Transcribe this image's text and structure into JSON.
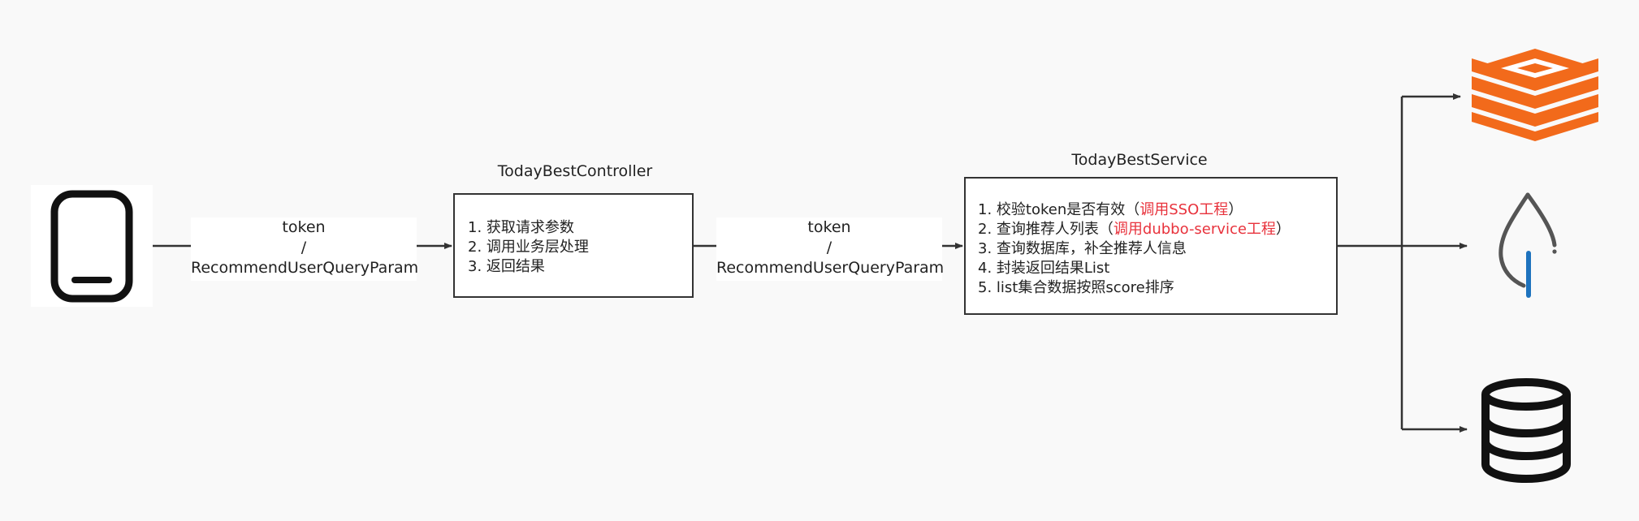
{
  "phone": {
    "icon": "smartphone-icon"
  },
  "edge_client_controller": {
    "line1": "token",
    "line2": "/",
    "line3": "RecommendUserQueryParam"
  },
  "controller": {
    "title": "TodayBestController",
    "steps": [
      "1. 获取请求参数",
      "2. 调用业务层处理",
      "3. 返回结果"
    ]
  },
  "edge_controller_service": {
    "line1": "token",
    "line2": "/",
    "line3": "RecommendUserQueryParam"
  },
  "service": {
    "title": "TodayBestService",
    "steps": [
      {
        "text": "1. 校验token是否有效（",
        "highlight": "调用SSO工程",
        "suffix": "）"
      },
      {
        "text": "2. 查询推荐人列表（",
        "highlight": "调用dubbo-service工程",
        "suffix": "）"
      },
      {
        "text": "3. 查询数据库，补全推荐人信息",
        "highlight": "",
        "suffix": ""
      },
      {
        "text": "4. 封装返回结果List",
        "highlight": "",
        "suffix": ""
      },
      {
        "text": "5. list集合数据按照score排序",
        "highlight": "",
        "suffix": ""
      }
    ]
  },
  "targets": {
    "redis_icon": "redis-icon",
    "mongodb_icon": "mongodb-leaf-icon",
    "database_icon": "database-icon"
  },
  "colors": {
    "redis": "#f26a1b",
    "mongodb_leaf": "#555555",
    "mongodb_stem": "#1e73be",
    "highlight": "#e8323c",
    "stroke": "#333333"
  }
}
